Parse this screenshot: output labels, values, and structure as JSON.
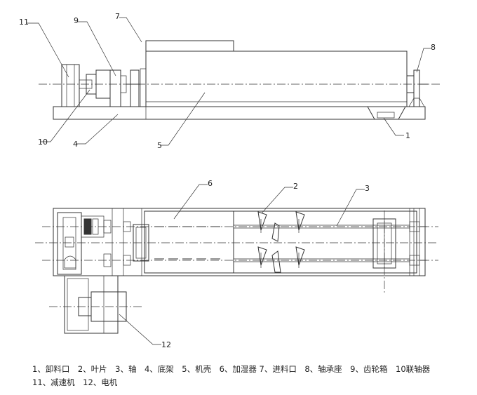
{
  "callouts": {
    "n1": "1",
    "n2": "2",
    "n3": "3",
    "n4": "4",
    "n5": "5",
    "n6": "6",
    "n7": "7",
    "n8": "8",
    "n9": "9",
    "n10": "10",
    "n11": "11",
    "n12": "12"
  },
  "legend_text": "1、卸料口　2、叶片　3、轴　4、底架　5、机壳　6、加湿器 7、进料口　8、轴承座　9、齿轮箱　10联轴器　11、减速机　12、电机"
}
